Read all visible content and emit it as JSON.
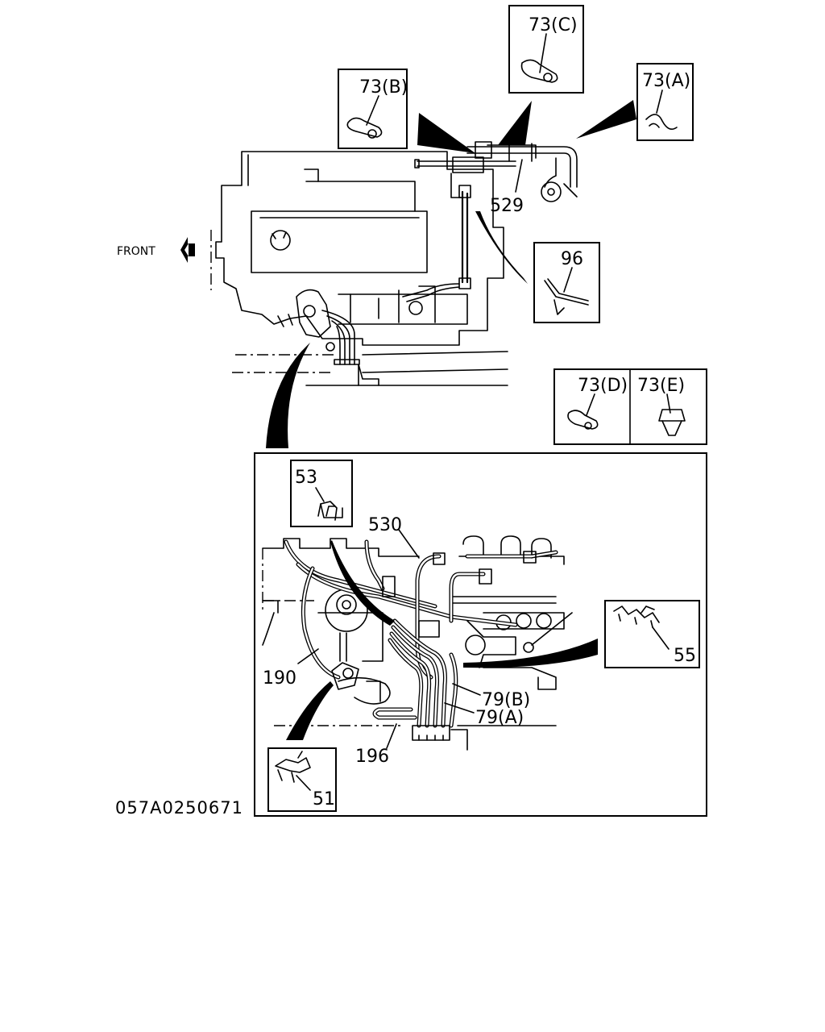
{
  "diagram": {
    "direction_label": "FRONT",
    "drawing_code": "057A0250671",
    "callouts": {
      "c73c": "73(C)",
      "c73a": "73(A)",
      "c73b": "73(B)",
      "c529": "529",
      "c96": "96",
      "c73d": "73(D)",
      "c73e": "73(E)",
      "c53": "53",
      "c530": "530",
      "c55": "55",
      "c190": "190",
      "c79b": "79(B)",
      "c79a": "79(A)",
      "c196": "196",
      "c51": "51"
    }
  }
}
